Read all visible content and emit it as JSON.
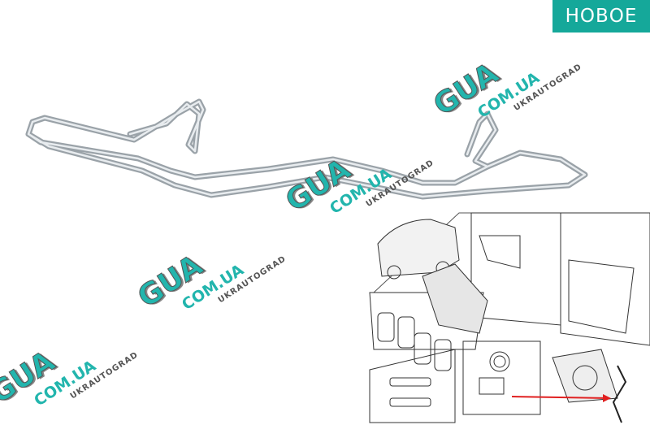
{
  "badge": {
    "label": "НОВОЕ",
    "color": "#15a89a"
  },
  "watermark": {
    "brand": "GUA",
    "domain": "COM.UA",
    "name": "UKRAUTOGRAD",
    "color": "#22b5ad"
  },
  "product": {
    "icon": "brake-pad-spring-clip"
  },
  "diagram": {
    "icon": "brake-caliper-exploded-diagram",
    "arrow_color": "#e02020"
  }
}
